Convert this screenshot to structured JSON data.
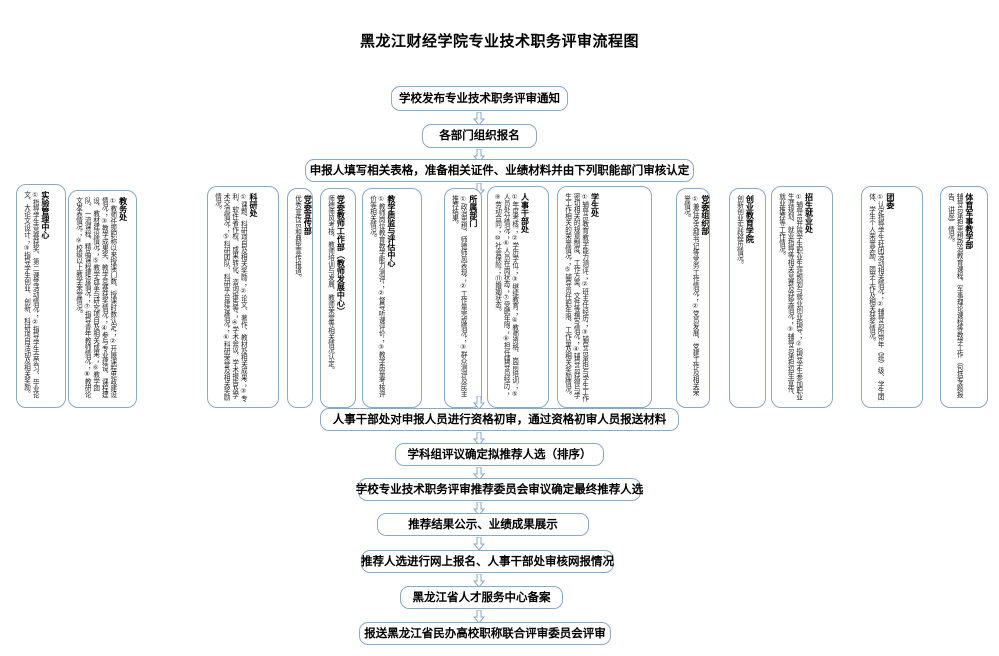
{
  "page": {
    "title": "黑龙江财经学院专业技术职务评审流程图"
  },
  "colors": {
    "box_border": "#8aa9c4",
    "arrow_border": "#8aa9c4",
    "background": "#ffffff",
    "text": "#000000"
  },
  "flow_top": [
    {
      "id": "notice",
      "label": "学校发布专业技术职务评审通知"
    },
    {
      "id": "signup",
      "label": "各部门组织报名"
    },
    {
      "id": "forms",
      "label": "申报人填写相关表格，准备相关证件、业绩材料并由下列职能部门审核认定"
    }
  ],
  "flow_bottom": [
    {
      "id": "prelim",
      "label": "人事干部处对申报人员进行资格初审，通过资格初审人员报送材料"
    },
    {
      "id": "discipline",
      "label": "学科组评议确定拟推荐人选（排序）"
    },
    {
      "id": "committee",
      "label": "学校专业技术职务评审推荐委员会审议确定最终推荐人选"
    },
    {
      "id": "publicity",
      "label": "推荐结果公示、业绩成果展示"
    },
    {
      "id": "online",
      "label": "推荐人选进行网上报名、人事干部处审核网报情况"
    },
    {
      "id": "record",
      "label": "黑龙江省人才服务中心备案"
    },
    {
      "id": "submit",
      "label": "报送黑龙江省民办高校职称联合评审委员会评审"
    }
  ],
  "departments": [
    {
      "id": "lab-center",
      "name": "实验管理中心",
      "orientation": "vertical",
      "items": "①指导学生竞赛获奖、第二课堂活动情况；②指导学生会实习、毕业论文、大论文设计；③指导学生创业、创新、科研项目活动及相关奖励。"
    },
    {
      "id": "academic-affairs",
      "name": "教务处",
      "orientation": "vertical",
      "items": "①教师任现职称以来授课门数、授课时数认定；②开展课程思政建设情况；③教学成果奖、教学竞赛获奖情况；④参与专业建设、课程建设、教材建设情况；⑤教学改革与研究项目及相关成果；⑥教学团队、一流课程、精品课程建设情况；⑦指导青年教师情况；⑧教研论文发表情况；⑨校级以上教学荣誉情况。"
    },
    {
      "id": "research-office",
      "name": "科研处",
      "orientation": "vertical",
      "items": "①课题、科研项目及相关奖励；②论文、著作、教材及相关成果；③专利、软件著作权、成果转化、咨询报告等；④学术会议、学术报告及学术交流情况；⑤科研团队、科研平台建设情况；⑥科研荣誉及相关奖励情况。"
    },
    {
      "id": "party-propaganda",
      "name": "党委宣传部",
      "orientation": "vertical",
      "items": "优秀宣传员和典型宣传报道。"
    },
    {
      "id": "teacher-work-dept",
      "name": "党委教师工作部（教师发展中心）",
      "orientation": "vertical",
      "items": "师德师风考核、教师培训与发展、教师荣誉等相关情况认定。"
    },
    {
      "id": "teaching-quality-center",
      "name": "教学质监与评估中心",
      "orientation": "vertical",
      "items": "①教师岗位教育教学能力测评；②督导听课评价；③教学质量考核评价等相关情况。"
    },
    {
      "id": "affiliated-dept",
      "name": "所属部门",
      "orientation": "vertical",
      "items": "①政治思想、师德师风表现；②工作量完成情况；③群众测评及民主推荐结果。"
    },
    {
      "id": "personnel-cadre-office",
      "name": "人事干部处",
      "orientation": "vertical",
      "items": "①年度考核；②学历学位；③继续教育；④教师资格、岗前培训；⑤人员处分情况；⑥人员在岗状态；⑦受聘年限；⑧担任辅导员经历；⑨劳动合同；⑩社会保险；⑪婚姻状态。"
    },
    {
      "id": "student-affairs",
      "name": "学生处",
      "orientation": "vertical",
      "items": "①辅导员教育教学能力测评；②班主任经历；③辅导员承担与学生工作密切相关的规章制度、工作方案、文件等撰写情况；④辅导员获得与学生工作相关的荣誉情况；⑤辅导员任职年限、工作量及相关奖励情况。"
    },
    {
      "id": "party-organization",
      "name": "党委组织部",
      "orientation": "vertical",
      "items": "①兼任党支部书记等党务工作情况；②党员发展、党建工作及相关荣誉情况。"
    },
    {
      "id": "entrepreneurship-college",
      "name": "创业教育学院",
      "orientation": "vertical",
      "items": "创新创业实践经历情况。"
    },
    {
      "id": "admission-employment",
      "name": "招生就业处",
      "orientation": "vertical",
      "items": "①辅导员开展学生职业生涯规划与就业创业指导；②指导学生参加职业生涯规划、就业指导等相关竞赛及获奖情况；③辅导员承担招生宣传、就业推荐等工作情况。"
    },
    {
      "id": "youth-league",
      "name": "团委",
      "orientation": "vertical",
      "items": "①认定指导学生社团活动相关情况；②辅导员所带年（班）级、学生团体、学生个人荣誉奖励、团学工作及相关获奖情况。"
    },
    {
      "id": "pe-military-dept",
      "name": "体育军事教学部",
      "orientation": "vertical",
      "items": "辅导员承担思想政治教育课程、军事理论课程等教学工作（包括专题报告、讲座）情况。"
    }
  ]
}
